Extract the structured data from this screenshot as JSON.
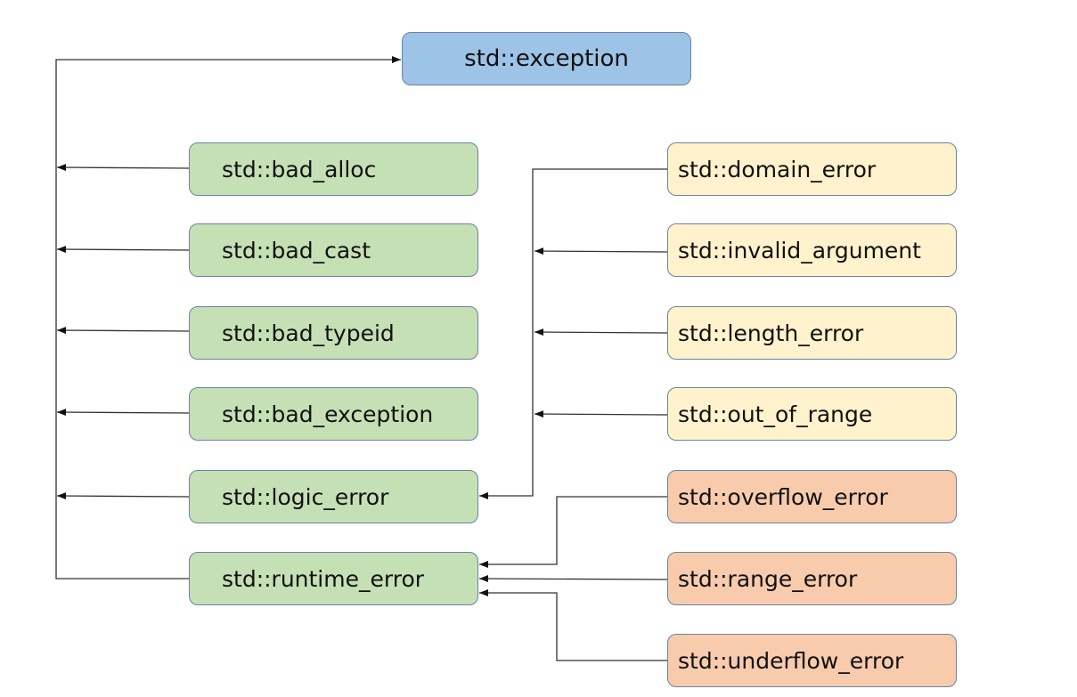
{
  "root": "std::exception",
  "direct_children": [
    "std::bad_alloc",
    "std::bad_cast",
    "std::bad_typeid",
    "std::bad_exception",
    "std::logic_error",
    "std::runtime_error"
  ],
  "logic_error_children": [
    "std::domain_error",
    "std::invalid_argument",
    "std::length_error",
    "std::out_of_range"
  ],
  "runtime_error_children": [
    "std::overflow_error",
    "std::range_error",
    "std::underflow_error"
  ],
  "colors": {
    "root": "#9dc3e6",
    "direct": "#c5e0b4",
    "logic": "#fff2cc",
    "runtime": "#f8cbad"
  }
}
